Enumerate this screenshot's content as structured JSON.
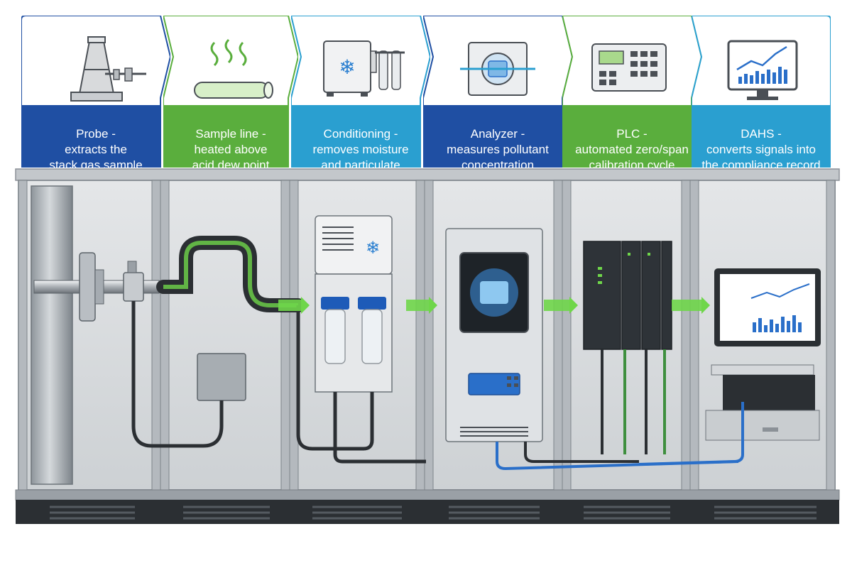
{
  "steps": [
    {
      "id": "probe",
      "icon": "stack-probe-icon",
      "color": "#1f4fa3",
      "border": "#1f4fa3",
      "lines": [
        "Probe -",
        "extracts the",
        "stack gas sample"
      ]
    },
    {
      "id": "sample-line",
      "icon": "heated-line-icon",
      "color": "#5aae3d",
      "border": "#5aae3d",
      "lines": [
        "Sample line -",
        "heated above",
        "acid dew point"
      ]
    },
    {
      "id": "conditioning",
      "icon": "chiller-filter-icon",
      "color": "#2a9fd0",
      "border": "#2a9fd0",
      "lines": [
        "Conditioning -",
        "removes moisture",
        "and particulate"
      ]
    },
    {
      "id": "analyzer",
      "icon": "analyzer-cell-icon",
      "color": "#1f4fa3",
      "border": "#1f4fa3",
      "lines": [
        "Analyzer -",
        "measures pollutant",
        "concentration"
      ]
    },
    {
      "id": "plc",
      "icon": "plc-controller-icon",
      "color": "#5aae3d",
      "border": "#5aae3d",
      "lines": [
        "PLC -",
        "automated zero/span",
        "calibration cycle"
      ]
    },
    {
      "id": "dahs",
      "icon": "computer-monitor-icon",
      "color": "#2a9fd0",
      "border": "#2a9fd0",
      "lines": [
        "DAHS -",
        "converts signals into",
        "the compliance record"
      ]
    }
  ],
  "colors": {
    "flow": "#6fd64a",
    "cable_blue": "#2a6fc9",
    "cable_green": "#3e8f3e",
    "cabinet": "#d7dadd",
    "cabinet_frame": "#9aa1a7",
    "base": "#2b2f33"
  }
}
